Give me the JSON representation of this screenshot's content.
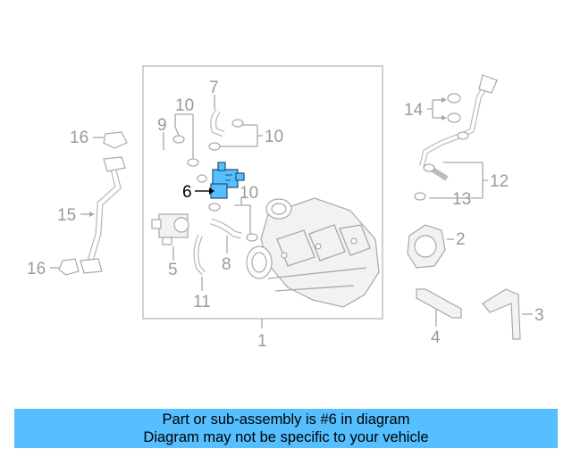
{
  "diagram": {
    "callouts": {
      "c1": "1",
      "c2": "2",
      "c3": "3",
      "c4": "4",
      "c5": "5",
      "c6": "6",
      "c7": "7",
      "c8": "8",
      "c9": "9",
      "c10a": "10",
      "c10b": "10",
      "c10c": "10",
      "c11": "11",
      "c12": "12",
      "c13": "13",
      "c14": "14",
      "c15": "15",
      "c16a": "16",
      "c16b": "16"
    },
    "highlight_part": "6",
    "colors": {
      "highlight": "#55bfff",
      "line_art": "#a8a8a8",
      "caption_bar": "#55bfff"
    }
  },
  "caption": {
    "line1": "Part or sub-assembly is #6 in diagram",
    "line2": "Diagram may not be specific to your vehicle"
  }
}
